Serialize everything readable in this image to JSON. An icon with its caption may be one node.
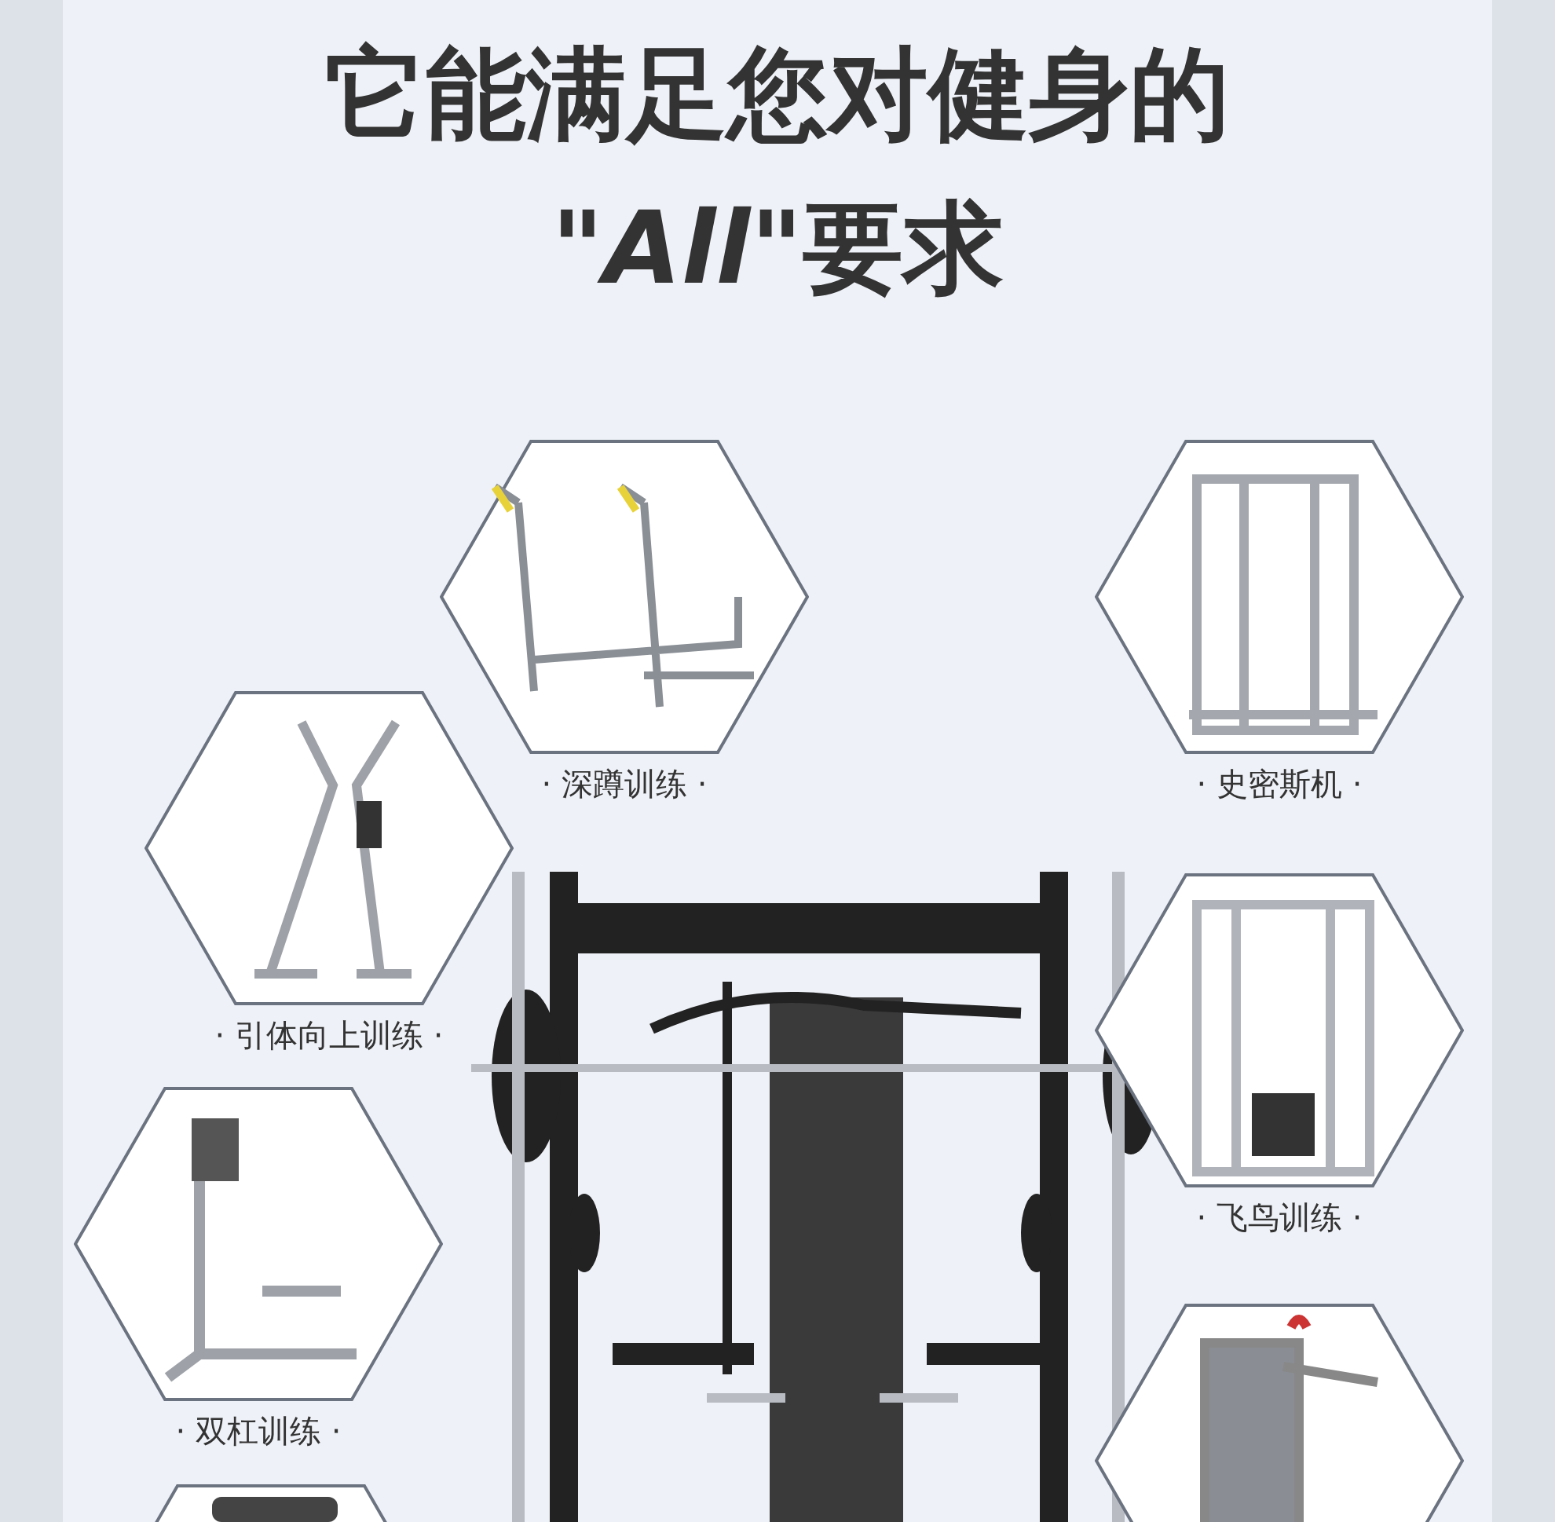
{
  "diagram": {
    "title": "它能满足您对健身的\"*All*\"要求",
    "nodes": [
      {
        "text": [
          "· 深蹲训练 ·"
        ]
      },
      {
        "text": [
          "· 史密斯机 ·"
        ]
      },
      {
        "text": [
          "· 引体向上训练 ·"
        ]
      },
      {
        "text": [
          "· 飞鸟训练 ·"
        ]
      },
      {
        "text": [
          "· 双杠训练 ·"
        ]
      },
      {
        "text": [],
        "shape": "picture"
      },
      {
        "text": [],
        "shape": "picture"
      }
    ]
  }
}
